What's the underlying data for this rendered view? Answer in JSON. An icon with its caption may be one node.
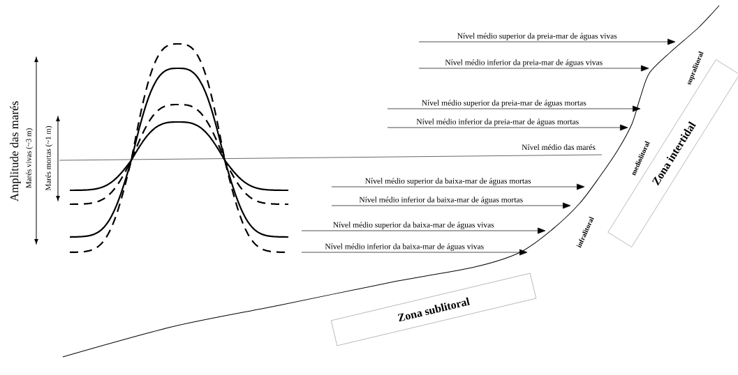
{
  "diagram": {
    "nodes": [
      {
        "text": [
          "Nível médio superior da preia-mar de águas vivas"
        ]
      },
      {
        "text": [
          "Nível médio inferior da preia-mar de águas vivas"
        ]
      },
      {
        "text": [
          "Nível médio superior da preia-mar de águas mortas"
        ]
      },
      {
        "text": [
          "Nível médio inferior da preia-mar de águas mortas"
        ]
      },
      {
        "text": [
          "Nível médio superior da baixa-mar de águas mortas"
        ]
      },
      {
        "text": [
          "Nível médio inferior da baixa-mar de águas mortas"
        ]
      },
      {
        "text": [
          "Nível médio superior da baixa-mar de águas vivas"
        ]
      },
      {
        "text": [
          "Nível médio inferior da baixa-mar de águas vivas"
        ]
      },
      {
        "text": [
          "Zona intertidal"
        ]
      },
      {
        "text": [
          "Zona sublitoral"
        ]
      }
    ],
    "edges": [
      {
        "from": 0,
        "to": null,
        "arrow": "to"
      },
      {
        "from": 1,
        "to": null,
        "arrow": "to"
      },
      {
        "from": 2,
        "to": null,
        "arrow": "to"
      },
      {
        "from": 3,
        "to": null,
        "arrow": "to"
      },
      {
        "from": 4,
        "to": null,
        "arrow": "to"
      },
      {
        "from": 5,
        "to": null,
        "arrow": "to"
      },
      {
        "from": 6,
        "to": null,
        "arrow": "to"
      },
      {
        "from": 7,
        "to": null,
        "arrow": "to"
      }
    ],
    "labels": [
      "Amplitude das marés",
      "Marés vivas (~3 m)",
      "Marés mortas (~1 m)",
      "Nível médio das marés",
      "supralitoral",
      "mediolitoral",
      "infralitoral"
    ]
  }
}
